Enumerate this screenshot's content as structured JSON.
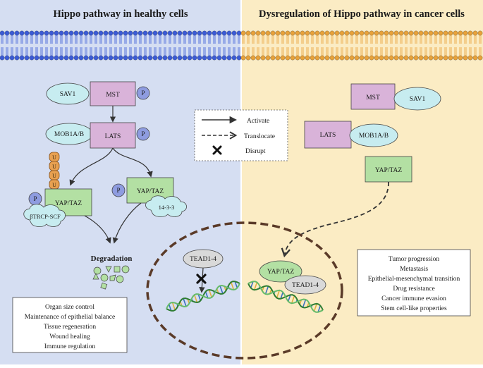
{
  "titles": {
    "left": "Hippo pathway in healthy cells",
    "right": "Dysregulation of Hippo pathway in cancer cells"
  },
  "nodes": {
    "sav1_left": "SAV1",
    "mst_left": "MST",
    "mob_left": "MOB1A/B",
    "lats_left": "LATS",
    "yap_left_a": "YAP/TAZ",
    "yap_left_b": "YAP/TAZ",
    "btrcp": "βTRCP-SCF",
    "protein_1433": "14-3-3",
    "degradation": "Degradation",
    "tead_left": "TEAD1-4",
    "mst_right": "MST",
    "sav1_right": "SAV1",
    "lats_right": "LATS",
    "mob_right": "MOB1A/B",
    "yap_right": "YAP/TAZ",
    "yap_nucleus": "YAP/TAZ",
    "tead_right": "TEAD1-4",
    "phospho": "P",
    "ubiquitin": "U"
  },
  "legend": {
    "activate": "Activate",
    "translocate": "Translocate",
    "disrupt": "Disrupt"
  },
  "healthy_outcomes": [
    "Organ size control",
    "Maintenance of epithelial balance",
    "Tissue regeneration",
    "Wound healing",
    "Immune regulation"
  ],
  "cancer_outcomes": [
    "Tumor progression",
    "Metastasis",
    "Epithelial-mesenchymal transition",
    "Drug resistance",
    "Cancer immune evasion",
    "Stem cell-like properties"
  ],
  "colors": {
    "left_bg": "#d5def2",
    "right_bg": "#fbecc4",
    "kinase": "#d9b3d9",
    "yap": "#b3e0a3",
    "cofactor": "#c7ecf0",
    "phospho": "#8e9ce0",
    "ubiquitin": "#e8a050",
    "membrane_left": "#3b5bd6",
    "membrane_right": "#e8a23a",
    "nucleus": "#5a3a28"
  }
}
